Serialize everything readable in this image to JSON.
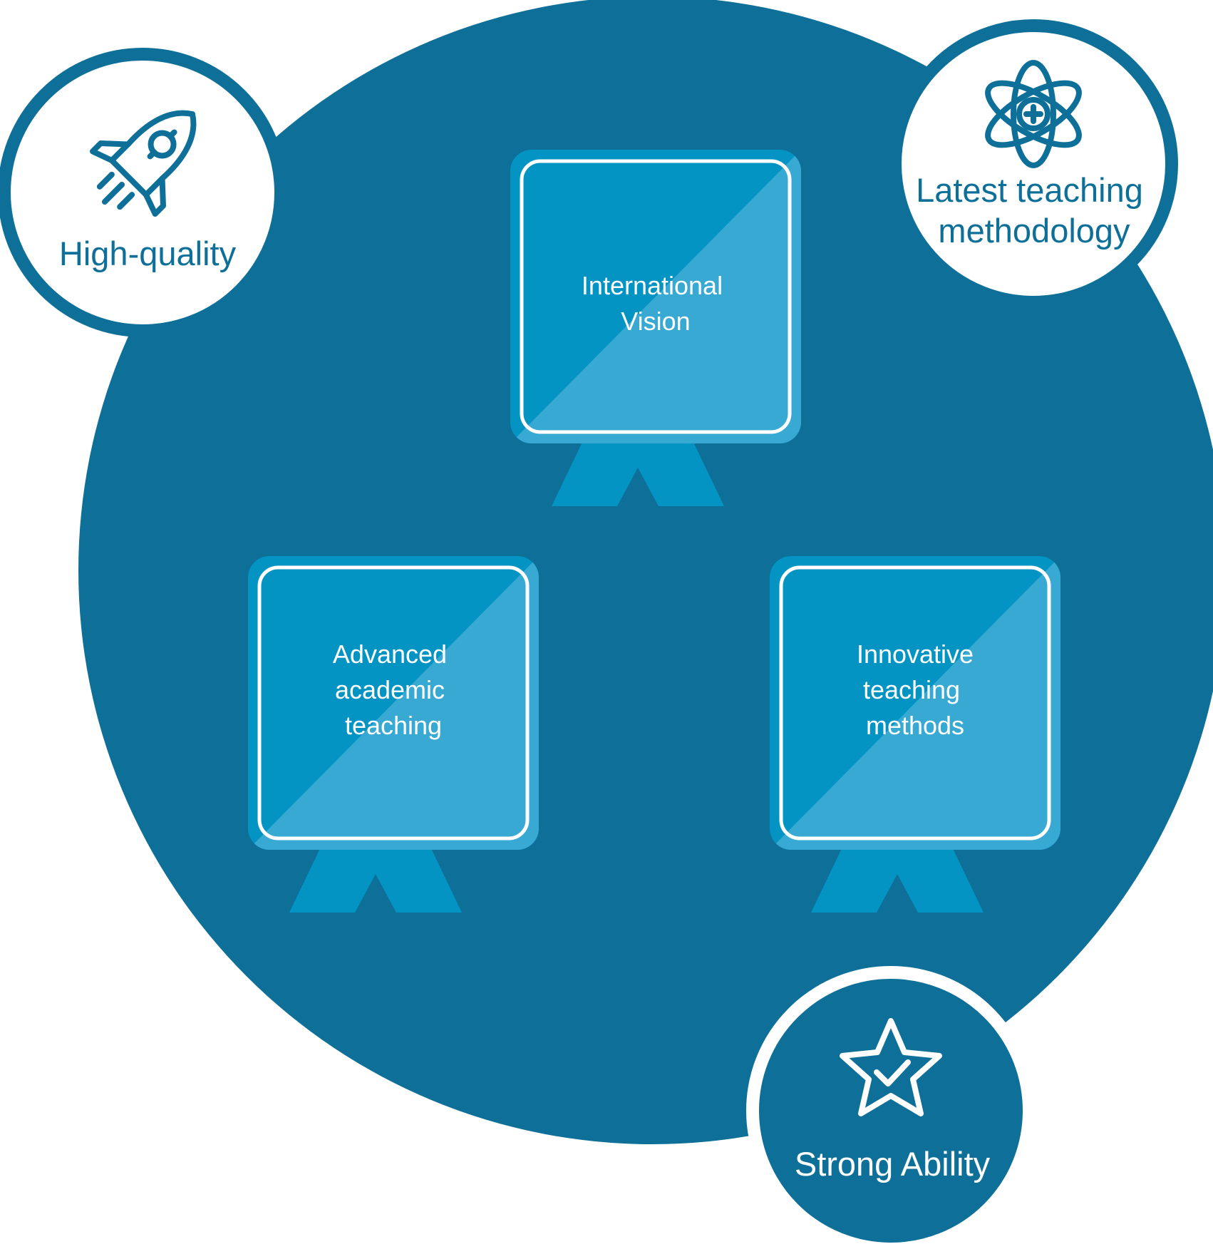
{
  "colors": {
    "background": "#ffffff",
    "main_circle": "#0e7099",
    "badge_dark": "#0394c4",
    "badge_light": "#37a9d3",
    "badge_border": "#ffffff",
    "ribbon": "#0394c4",
    "node_white_fill": "#ffffff",
    "node_stroke": "#0e7099",
    "node_text_dark": "#0e7099",
    "node_text_light": "#ffffff"
  },
  "badges": [
    {
      "id": "international-vision",
      "lines": [
        "International",
        "Vision"
      ]
    },
    {
      "id": "advanced-academic-teaching",
      "lines": [
        "Advanced",
        "academic",
        "teaching"
      ]
    },
    {
      "id": "innovative-teaching-methods",
      "lines": [
        "Innovative",
        "teaching",
        "methods"
      ]
    }
  ],
  "nodes": [
    {
      "id": "high-quality",
      "icon": "rocket-icon",
      "lines": [
        "High-quality"
      ]
    },
    {
      "id": "latest-teaching-methodology",
      "icon": "atom-icon",
      "lines": [
        "Latest teaching",
        "methodology"
      ]
    },
    {
      "id": "strong-ability",
      "icon": "star-check-icon",
      "lines": [
        "Strong Ability"
      ]
    }
  ]
}
